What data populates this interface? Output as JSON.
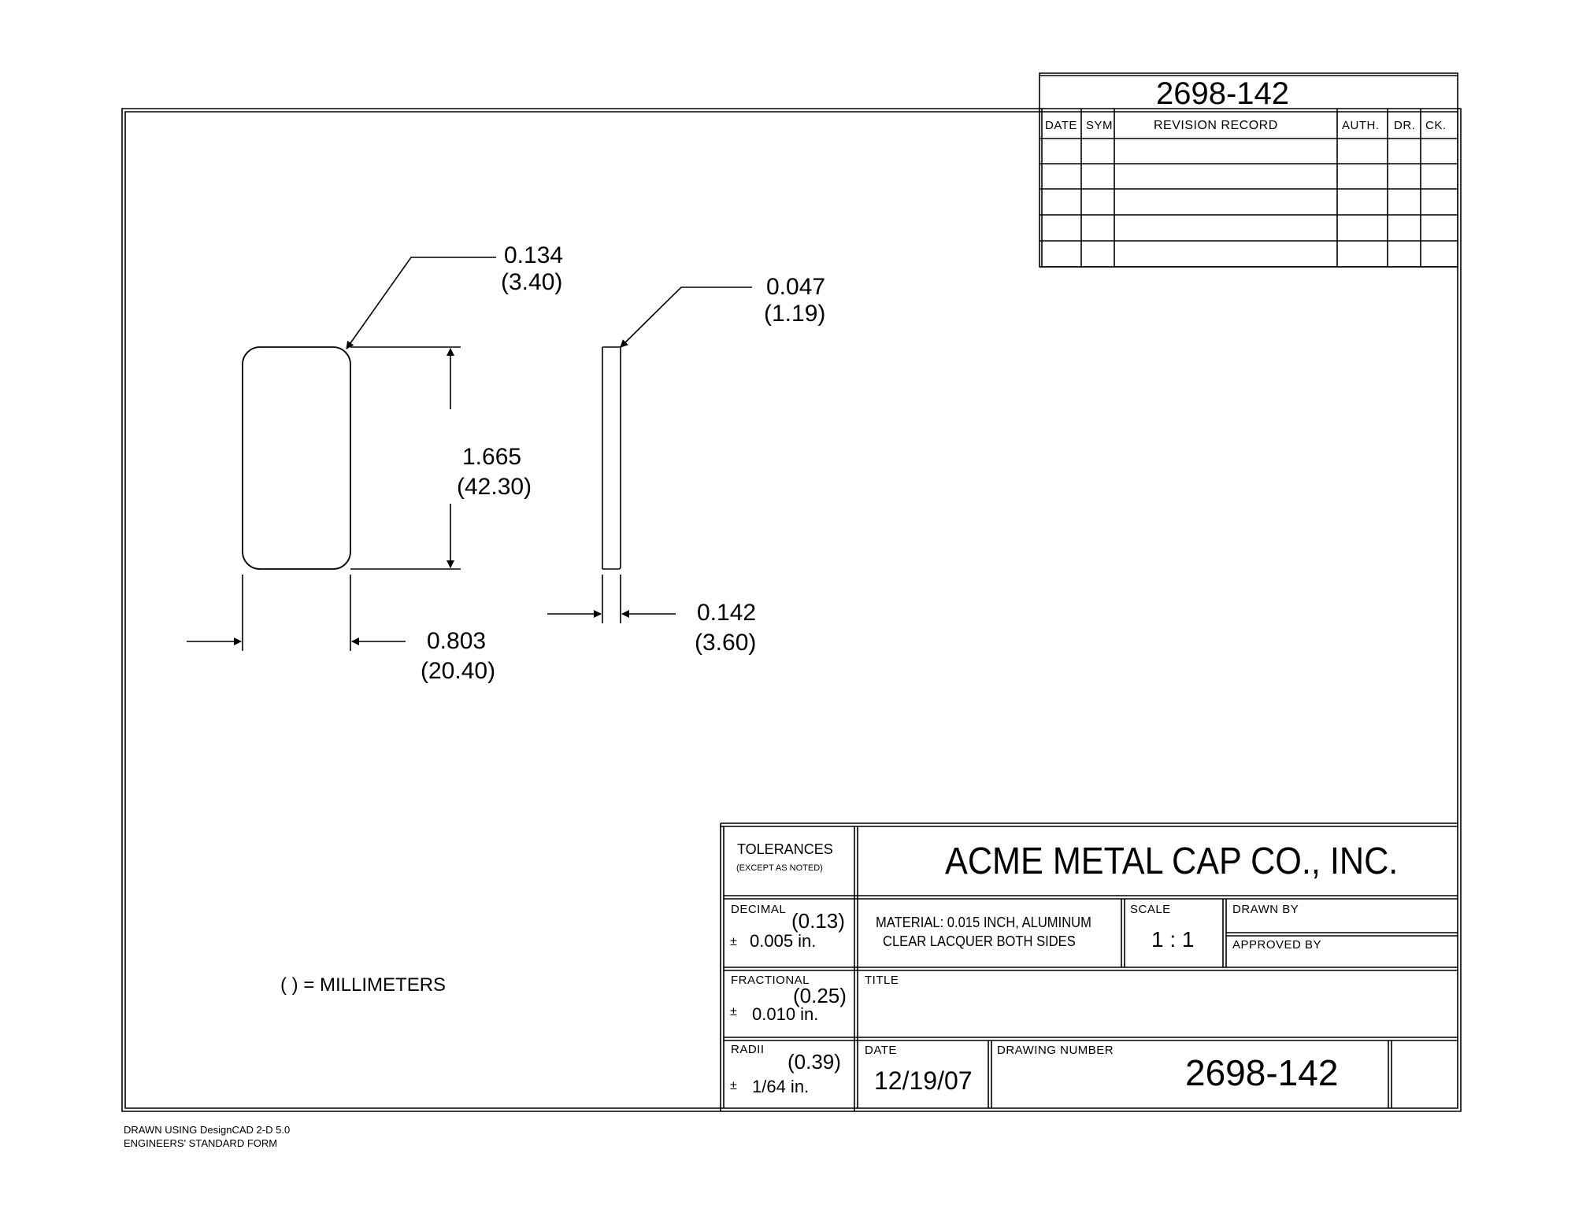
{
  "header": {
    "part_number": "2698-142"
  },
  "revision_record": {
    "columns": [
      "DATE",
      "SYM",
      "REVISION RECORD",
      "AUTH.",
      "DR.",
      "CK."
    ],
    "rows": 5
  },
  "dimensions": {
    "corner_radius": {
      "in": "0.134",
      "mm": "(3.40)"
    },
    "edge_radius": {
      "in": "0.047",
      "mm": "(1.19)"
    },
    "height": {
      "in": "1.665",
      "mm": "(42.30)"
    },
    "width": {
      "in": "0.803",
      "mm": "(20.40)"
    },
    "thickness": {
      "in": "0.142",
      "mm": "(3.60)"
    }
  },
  "units_note": "( ) = MILLIMETERS",
  "title_block": {
    "tolerances": "TOLERANCES",
    "except_as_noted": "(EXCEPT AS NOTED)",
    "company": "ACME METAL CAP CO., INC.",
    "decimal_label": "DECIMAL",
    "decimal_mm": "(0.13)",
    "decimal_value": "0.005 in.",
    "fractional_label": "FRACTIONAL",
    "fractional_mm": "(0.25)",
    "fractional_value": "0.010 in.",
    "radii_label": "RADII",
    "radii_mm": "(0.39)",
    "radii_value": "1/64 in.",
    "plus_minus": "±",
    "material_line1": "MATERIAL: 0.015 INCH, ALUMINUM",
    "material_line2": "CLEAR LACQUER BOTH SIDES",
    "scale_label": "SCALE",
    "scale_value": "1 : 1",
    "drawn_by_label": "DRAWN BY",
    "approved_by_label": "APPROVED BY",
    "title_label": "TITLE",
    "date_label": "DATE",
    "date_value": "12/19/07",
    "drawing_number_label": "DRAWING NUMBER",
    "drawing_number": "2698-142"
  },
  "footer": {
    "line1": "DRAWN USING DesignCAD 2-D 5.0",
    "line2": "ENGINEERS' STANDARD FORM"
  }
}
